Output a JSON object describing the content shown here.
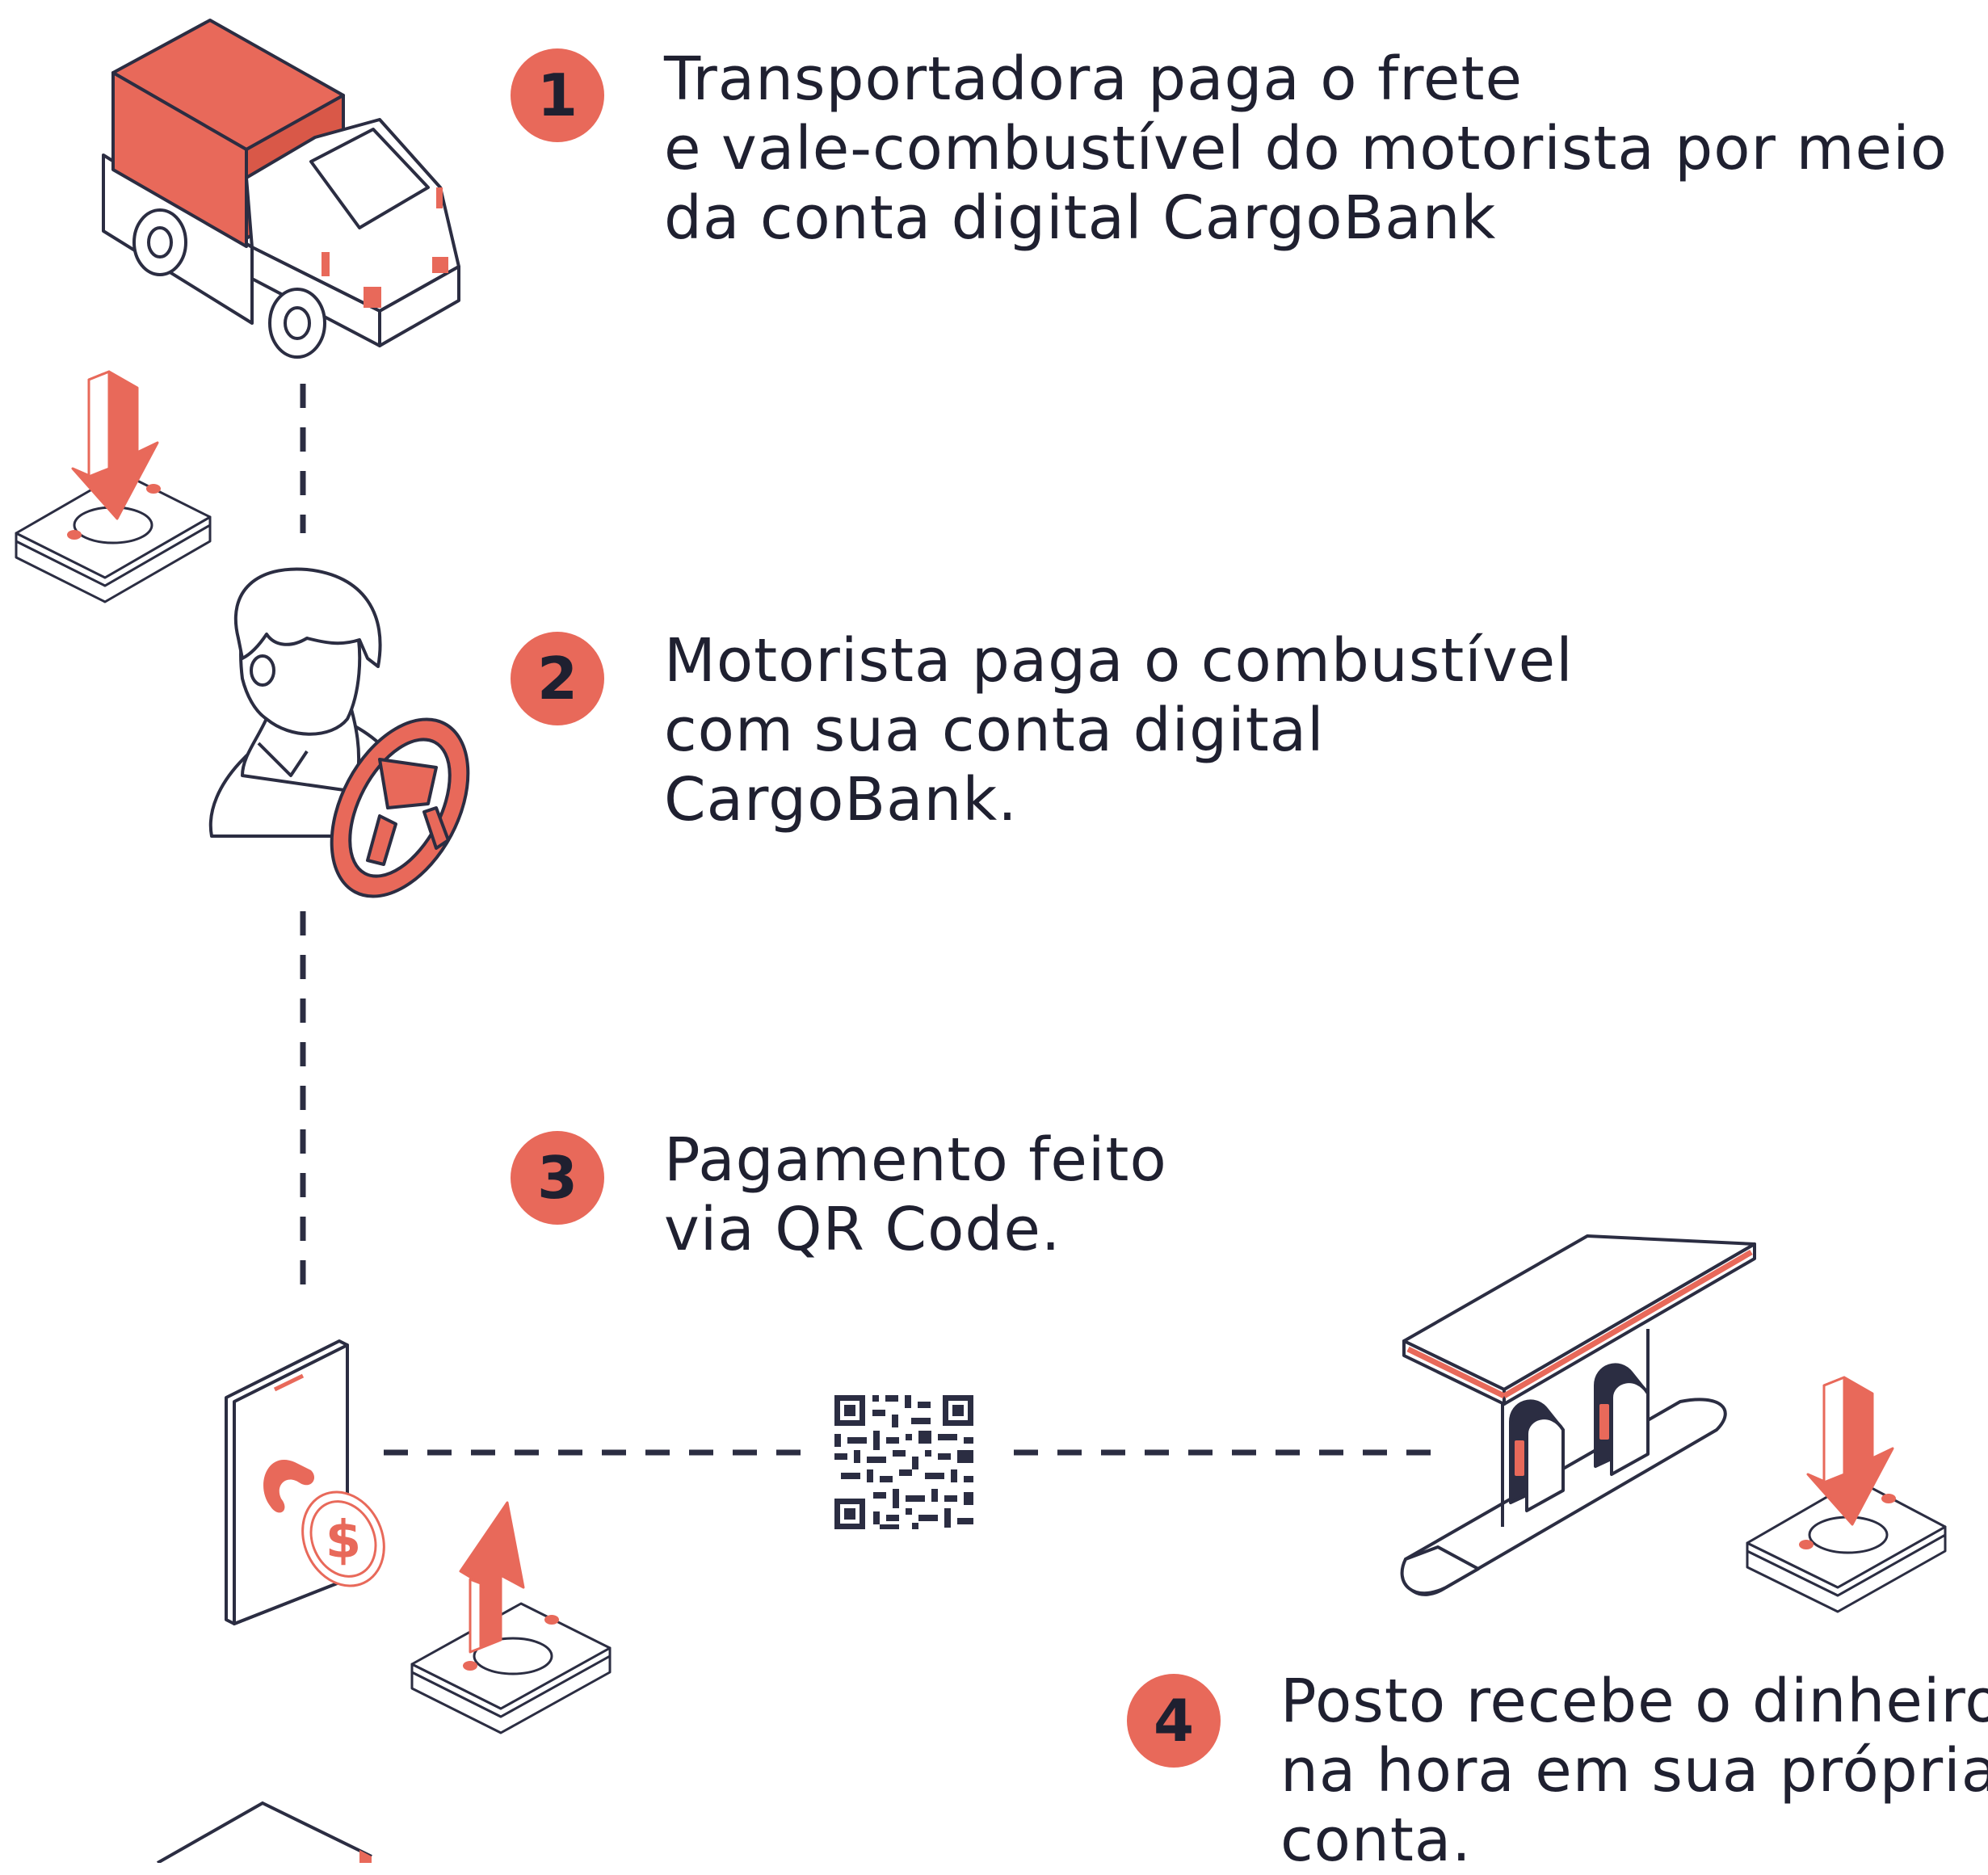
{
  "colors": {
    "accent": "#E8695A",
    "line": "#2B2D42",
    "background": "#FFFFFF",
    "text": "#1F2030"
  },
  "steps": [
    {
      "number": "1",
      "lines": [
        "Transportadora paga o frete",
        "e vale-combustível do motorista por meio",
        "da conta digital CargoBank"
      ]
    },
    {
      "number": "2",
      "lines": [
        "Motorista paga o combustível",
        "com sua conta digital",
        "CargoBank."
      ]
    },
    {
      "number": "3",
      "lines": [
        "Pagamento feito",
        "via QR Code."
      ]
    },
    {
      "number": "4",
      "lines": [
        "Posto recebe o dinheiro",
        "na hora em sua própria",
        "conta."
      ]
    }
  ],
  "icons": {
    "truck": "truck-icon",
    "money_in": "money-deposit-icon",
    "driver": "driver-icon",
    "steering_wheel": "steering-wheel-icon",
    "phone": "phone-payment-icon",
    "coin": "dollar-coin-icon",
    "money_out": "money-withdraw-icon",
    "qr": "qr-code-icon",
    "gas_station": "gas-station-icon",
    "money_received": "money-received-icon"
  }
}
